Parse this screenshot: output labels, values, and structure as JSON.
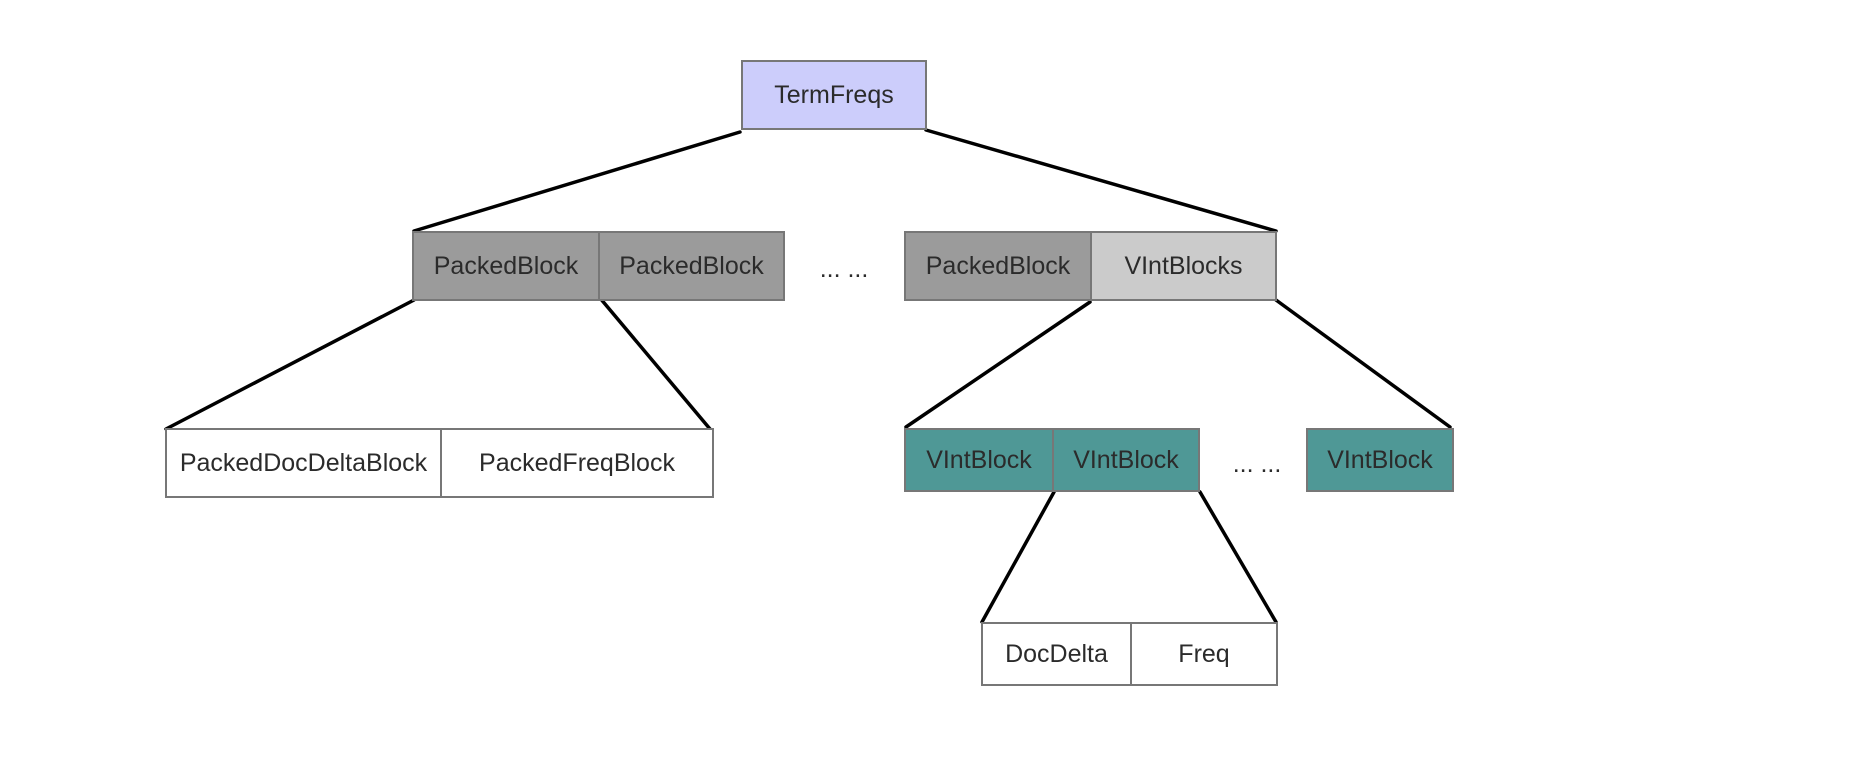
{
  "diagram": {
    "root": {
      "label": "TermFreqs"
    },
    "level1": {
      "blocks": [
        {
          "label": "PackedBlock"
        },
        {
          "label": "PackedBlock"
        },
        {
          "label": "PackedBlock"
        },
        {
          "label": "VIntBlocks"
        }
      ],
      "ellipsis": "... ..."
    },
    "packed_detail": {
      "doc_delta_block": "PackedDocDeltaBlock",
      "freq_block": "PackedFreqBlock"
    },
    "vint_level": {
      "blocks": [
        {
          "label": "VIntBlock"
        },
        {
          "label": "VIntBlock"
        },
        {
          "label": "VIntBlock"
        }
      ],
      "ellipsis": "... ..."
    },
    "vint_detail": {
      "doc_delta": "DocDelta",
      "freq": "Freq"
    }
  },
  "colors": {
    "root_fill": "#cccdfb",
    "packed_fill": "#9b9b9b",
    "vintblocks_fill": "#cbcbcb",
    "vint_fill": "#4f9896",
    "plain_fill": "#ffffff",
    "border": "#777777",
    "connector": "#000000",
    "text": "#2b2b2b"
  }
}
